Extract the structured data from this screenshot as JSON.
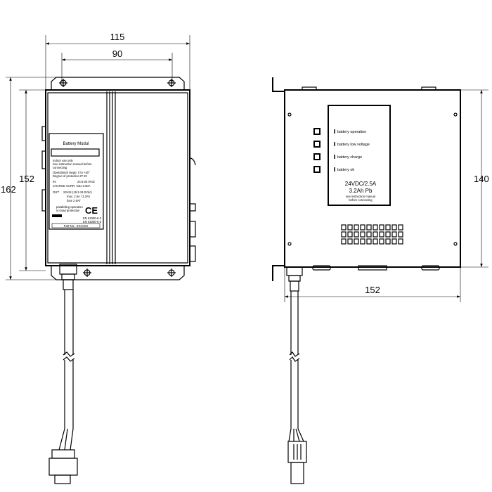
{
  "dimensions": {
    "front_width": "115",
    "hole_spacing": "90",
    "body_height": "152",
    "total_height": "162",
    "side_height": "140",
    "side_width": "152"
  },
  "front_label": {
    "title": "Battery Modul",
    "notes": [
      "Indoor use only",
      "See instruction manual before",
      "connecting"
    ],
    "operational_range": "Operational range: 0 to +40°",
    "protection": "Degree of protection IP 20",
    "in_label": "IN:",
    "in_value": "24.5-30.0Vdc",
    "charge_curr": "CHARGE CURR:  max 0.50A",
    "out_label": "OUT:",
    "out_value": "24Vdc (19.2-24.0Vdc)",
    "out_max": "max. 2.5A / 3.2Ah",
    "fuse": "fuse 2.5AT",
    "paralleling": "paralleling operation",
    "no_protection": "no load protection",
    "ce_mark": "CE",
    "standard1": "EN 61000-6-2",
    "standard2": "EN 61000-6-3",
    "part_no": "Part-No.: XXXXXX"
  },
  "side_label": {
    "leds": [
      "battery operation",
      "battery low voltage",
      "battery charge",
      "battery ok"
    ],
    "rating": "24VDC/2.5A",
    "capacity": "3.2Ah Pb",
    "note1": "see instruction manual",
    "note2": "before connecting"
  }
}
